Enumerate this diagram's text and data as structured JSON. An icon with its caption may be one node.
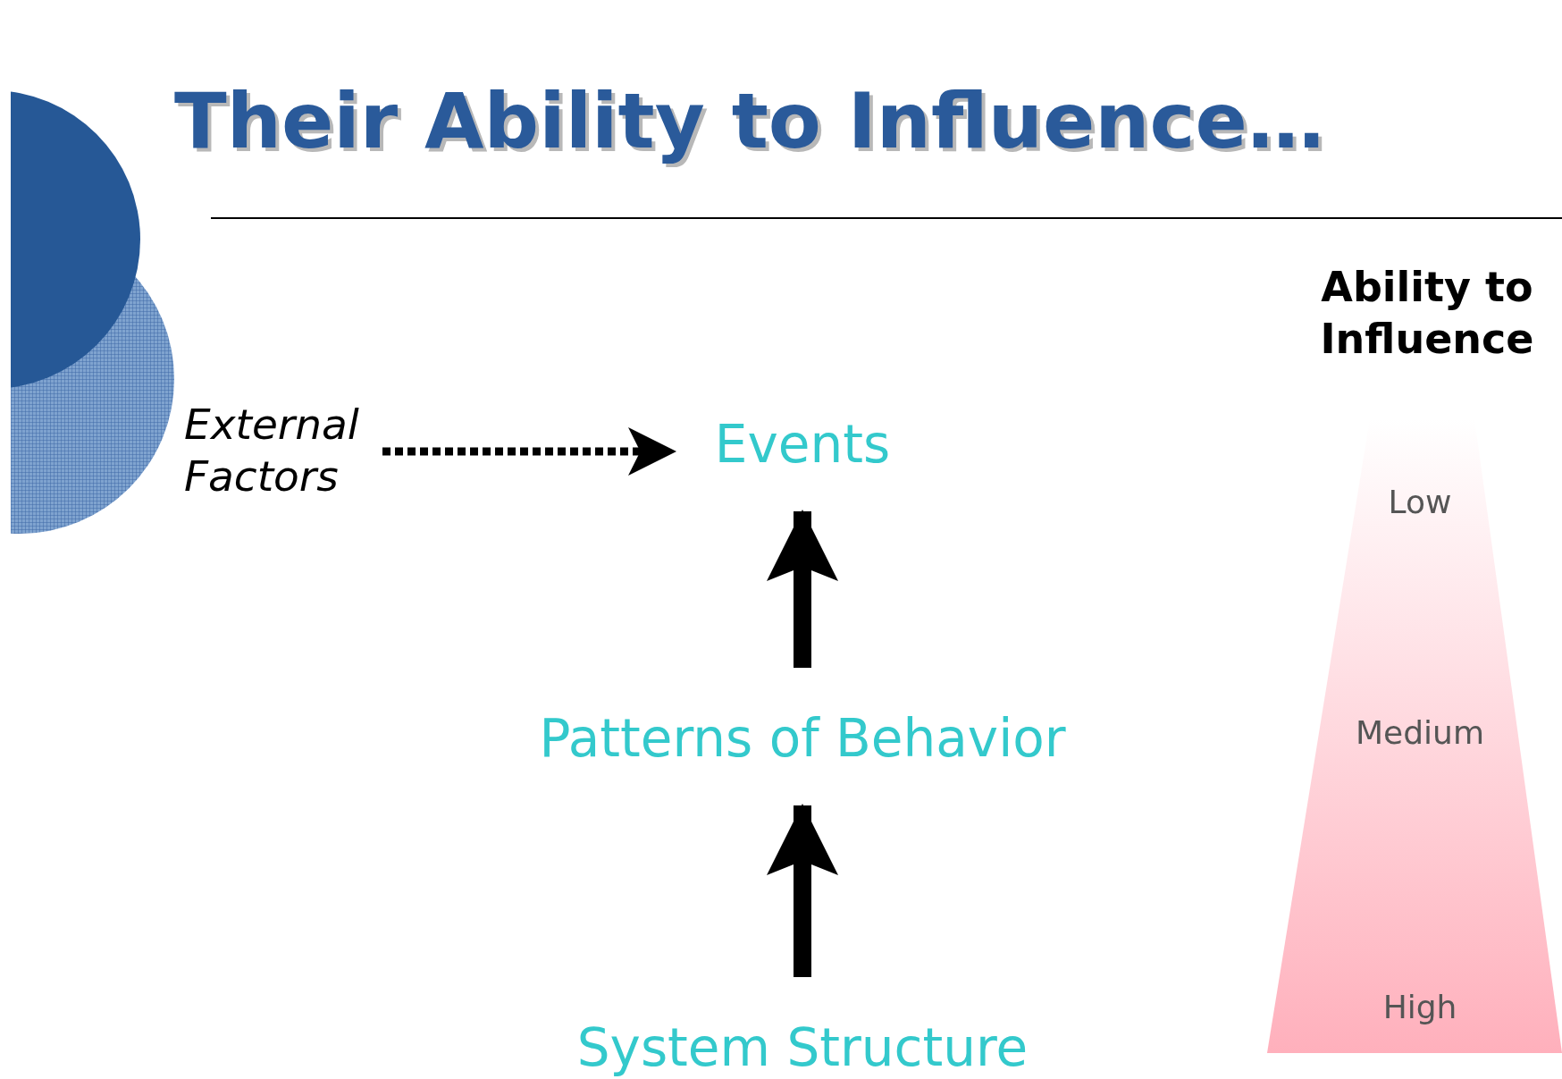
{
  "diagram": {
    "title": "Their Ability to Influence…",
    "nodes": [
      {
        "text": [
          "External Factors"
        ]
      },
      {
        "text": [
          "Events"
        ]
      },
      {
        "text": [
          "Patterns of Behavior"
        ]
      },
      {
        "text": [
          "System Structure"
        ]
      },
      {
        "text": [
          "Ability to Influence",
          "Low",
          "Medium",
          "High"
        ]
      }
    ],
    "edges": [
      {
        "from": 0,
        "to": 1,
        "arrow": "to",
        "style": "dashed"
      },
      {
        "from": 2,
        "to": 1,
        "arrow": "to"
      },
      {
        "from": 3,
        "to": 2,
        "arrow": "to"
      }
    ]
  }
}
